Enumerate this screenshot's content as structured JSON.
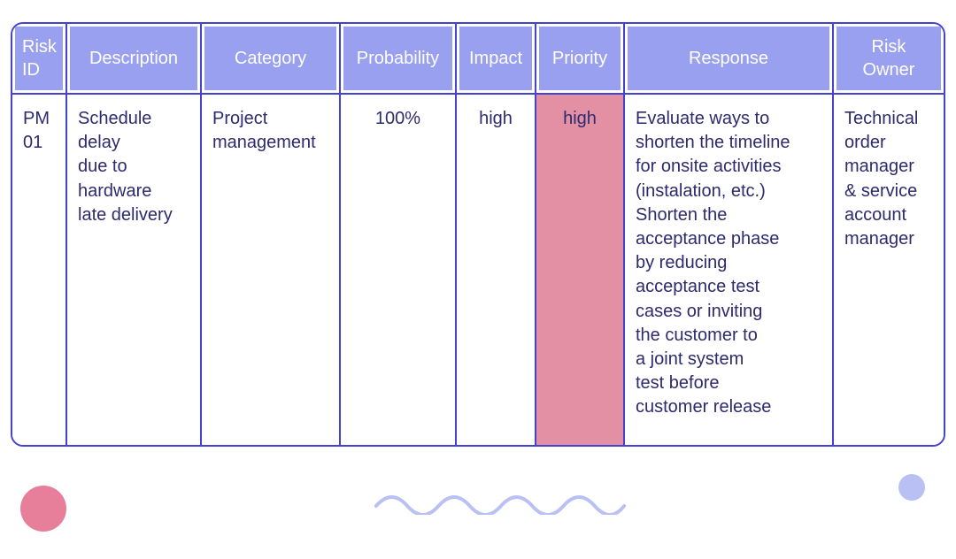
{
  "table": {
    "header": {
      "risk_id": "Risk\nID",
      "description": "Description",
      "category": "Category",
      "probability": "Probability",
      "impact": "Impact",
      "priority": "Priority",
      "response": "Response",
      "risk_owner": "Risk\nOwner"
    },
    "row": {
      "risk_id": "PM\n01",
      "description": "Schedule\ndelay\ndue to\nhardware\nlate delivery",
      "category": "Project\nmanagement",
      "probability": "100%",
      "impact": "high",
      "priority": "high",
      "response": "Evaluate ways to\nshorten the timeline\nfor onsite activities\n(instalation, etc.)\nShorten the\nacceptance phase\nby reducing\nacceptance test\ncases or inviting\nthe customer to\na joint system\ntest before\ncustomer release",
      "risk_owner": "Technical\norder\nmanager\n& service\naccount\nmanager"
    }
  },
  "colors": {
    "header_bg": "#9aa0f0",
    "header_text": "#ffffff",
    "border_color": "#4343d0",
    "text_color": "#2d2a6e",
    "priority_bg": "#e390a4",
    "pink_circle": "#e77f9b",
    "purple_accent": "#b9c1f4"
  },
  "icons": {
    "pink_circle": "circle-decoration",
    "purple_circle": "circle-decoration",
    "squiggle": "wave-decoration"
  }
}
